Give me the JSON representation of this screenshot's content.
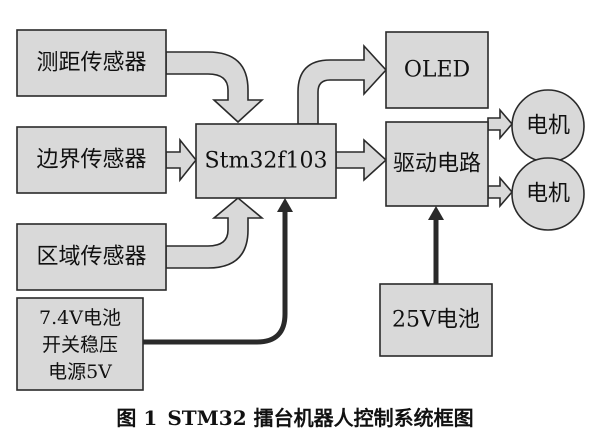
{
  "nodes": {
    "ranging_sensor": "测距传感器",
    "boundary_sensor": "边界传感器",
    "area_sensor": "区域传感器",
    "power_supply": [
      "7.4V电池",
      "开关稳压",
      "电源5V"
    ],
    "mcu": "Stm32f103",
    "oled": "OLED",
    "driver": "驱动电路",
    "battery_25v": "25V电池",
    "motor_1": "电机",
    "motor_2": "电机"
  },
  "caption": {
    "figure_number": "图 1",
    "title": "STM32 擂台机器人控制系统框图"
  },
  "colors": {
    "box_fill": "#d9d9d9",
    "outline": "#2a2a2a",
    "wire": "#2a2a2a"
  }
}
